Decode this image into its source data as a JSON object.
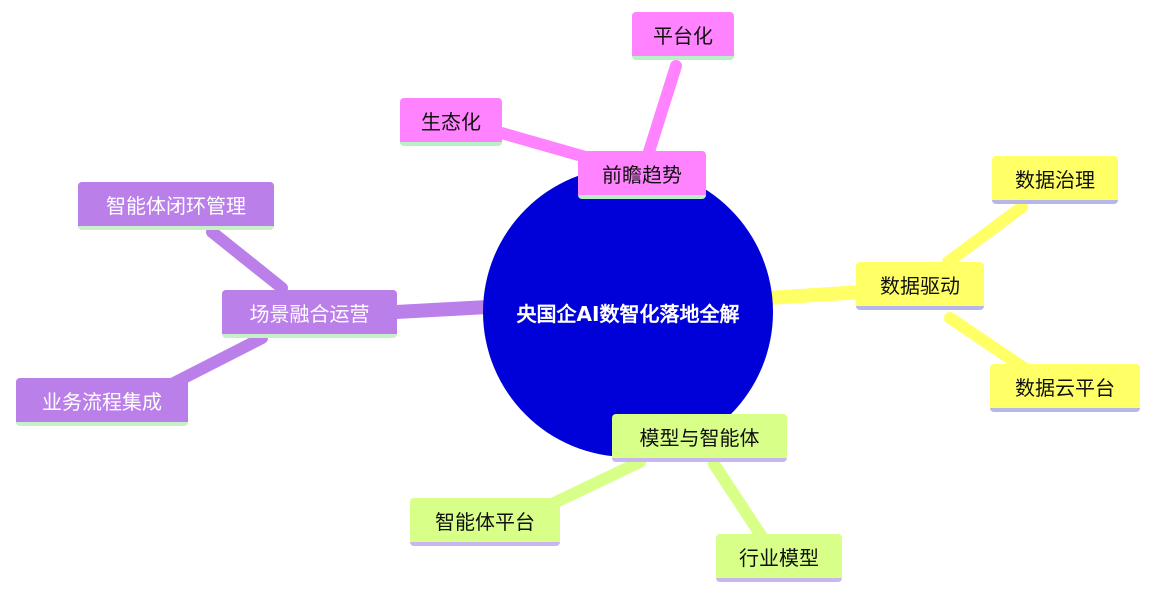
{
  "root": "央国企AI数智化落地全解",
  "colors": {
    "root": "#0000d9",
    "trend": "#ff83ff",
    "data": "#ffff66",
    "model": "#d8ff88",
    "scene": "#bb7fea"
  },
  "branches": {
    "trend": {
      "label": "前瞻趋势",
      "children": [
        "平台化",
        "生态化"
      ]
    },
    "data": {
      "label": "数据驱动",
      "children": [
        "数据治理",
        "数据云平台"
      ]
    },
    "model": {
      "label": "模型与智能体",
      "children": [
        "智能体平台",
        "行业模型"
      ]
    },
    "scene": {
      "label": "场景融合运营",
      "children": [
        "智能体闭环管理",
        "业务流程集成"
      ]
    }
  }
}
